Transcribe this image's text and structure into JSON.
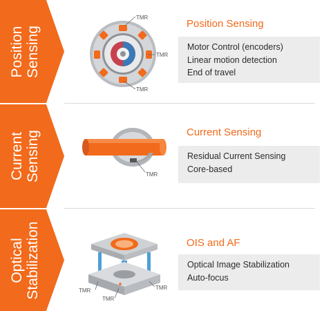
{
  "sections": [
    {
      "tab_label": [
        "Position",
        "Sensing"
      ],
      "title": "Position Sensing",
      "items": [
        "Motor Control (encoders)",
        "Linear motion detection",
        "End of travel"
      ],
      "illustration_labels": [
        "TMR",
        "TMR",
        "TMR"
      ]
    },
    {
      "tab_label": [
        "Current",
        "Sensing"
      ],
      "title": "Current Sensing",
      "items": [
        "Residual Current Sensing",
        "Core-based"
      ],
      "illustration_labels": [
        "TMR"
      ]
    },
    {
      "tab_label": [
        "Optical",
        "Stabilization"
      ],
      "title": "OIS and AF",
      "items": [
        "Optical Image Stabilization",
        "Auto-focus"
      ],
      "illustration_labels": [
        "TMR",
        "TMR",
        "TMR"
      ]
    }
  ],
  "colors": {
    "accent": "#f26a1b",
    "box_bg": "#ececec",
    "text": "#2b2b2b"
  }
}
